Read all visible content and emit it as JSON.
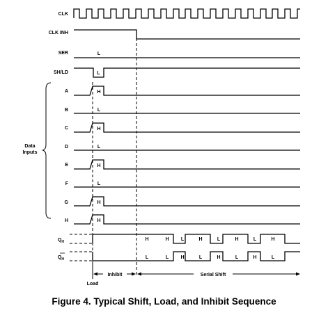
{
  "signals": {
    "clk": "CLK",
    "clk_inh": "CLK INH",
    "ser": "SER",
    "sh_ld": "SH/LD",
    "a": "A",
    "b": "B",
    "c": "C",
    "d": "D",
    "e": "E",
    "f": "F",
    "g": "G",
    "h": "H",
    "qh": "Q",
    "qh_sub": "H",
    "qh_bar": "Q",
    "qh_bar_sub": "H"
  },
  "group_label": {
    "line1": "Data",
    "line2": "Inputs"
  },
  "levels": {
    "ser": "L",
    "sh_ld": "L",
    "a": "H",
    "b": "L",
    "c": "H",
    "d": "L",
    "e": "H",
    "f": "L",
    "g": "H",
    "h": "H"
  },
  "qh_sequence": [
    "H",
    "H",
    "L",
    "H",
    "L",
    "H",
    "L",
    "H"
  ],
  "qh_bar_sequence": [
    "L",
    "L",
    "H",
    "L",
    "H",
    "L",
    "H",
    "L"
  ],
  "annotations": {
    "load": "Load",
    "inhibit": "Inhibit",
    "serial_shift": "Serial Shift"
  },
  "caption": "Figure 4.  Typical Shift, Load, and Inhibit Sequence"
}
